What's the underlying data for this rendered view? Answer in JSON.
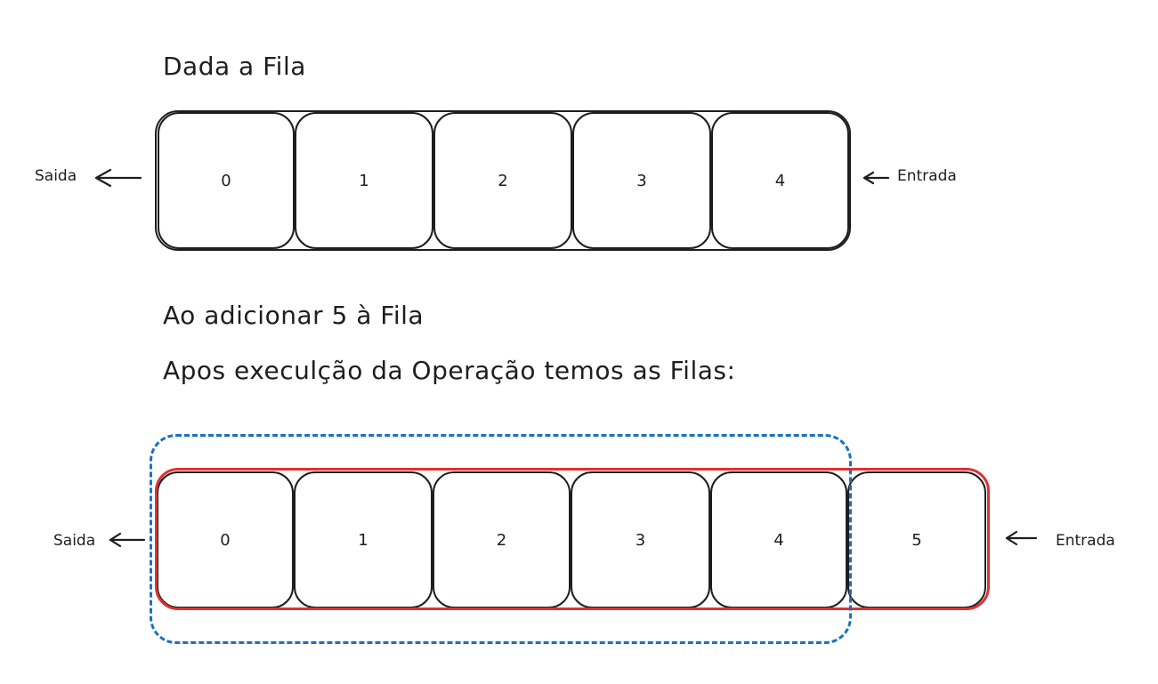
{
  "first": {
    "title": "Dada a Fila",
    "cells": [
      "0",
      "1",
      "2",
      "3",
      "4"
    ],
    "left_label": "Saida",
    "right_label": "Entrada"
  },
  "second": {
    "title_add": "Ao adicionar 5 à Fila",
    "title_after": "Apos execulção da Operação temos as Filas:",
    "cells": [
      "0",
      "1",
      "2",
      "3",
      "4",
      "5"
    ],
    "left_label": "Saida",
    "right_label": "Entrada",
    "colors": {
      "red_queue": "#e03131",
      "blue_queue": "#1971c2",
      "stroke": "#1e1e1e"
    }
  }
}
